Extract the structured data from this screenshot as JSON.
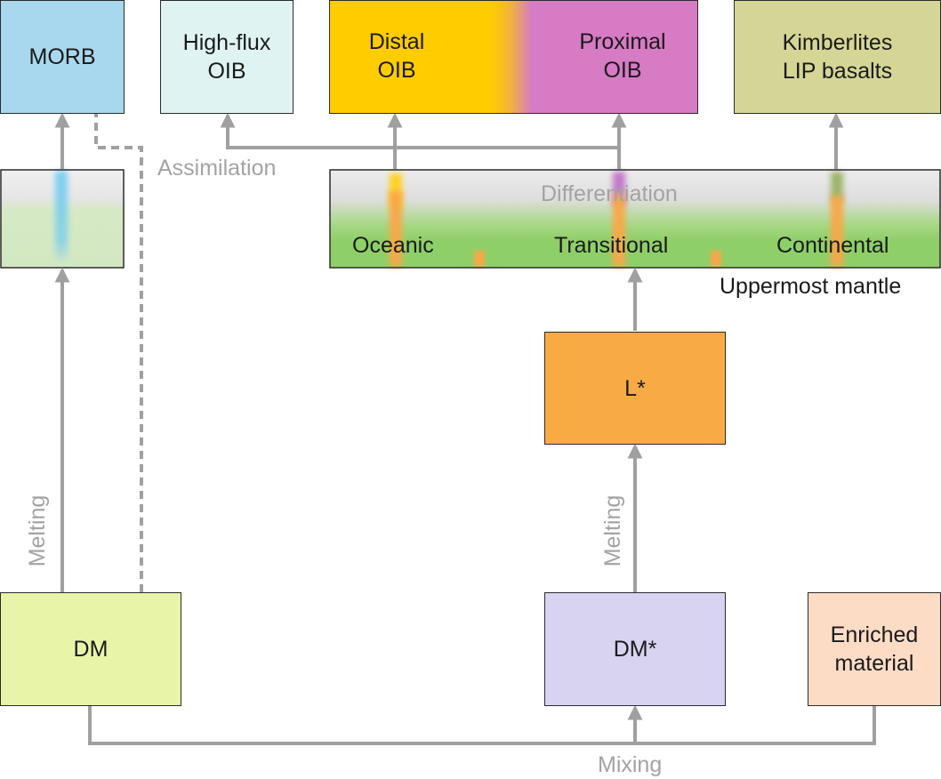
{
  "boxes": {
    "morb": "MORB",
    "high_flux": [
      "High-flux",
      "OIB"
    ],
    "distal": [
      "Distal",
      "OIB"
    ],
    "proximal": [
      "Proximal",
      "OIB"
    ],
    "kimberlites": [
      "Kimberlites",
      "LIP basalts"
    ],
    "l_star": "L*",
    "dm": "DM",
    "dm_star": "DM*",
    "enriched": [
      "Enriched",
      "material"
    ]
  },
  "labels": {
    "assimilation": "Assimilation",
    "differentiation": "Differentiation",
    "oceanic": "Oceanic",
    "transitional": "Transitional",
    "continental": "Continental",
    "uppermost_mantle": "Uppermost mantle",
    "melting_left": "Melting",
    "melting_right": "Melting",
    "mixing": "Mixing"
  },
  "colors": {
    "morb": "#a8d8ee",
    "high_flux": "#dff4f2",
    "distal": "#ffcc00",
    "proximal": "#d67bc4",
    "kimberlites": "#d5d696",
    "l_star": "#f8ab45",
    "dm": "#e8f5a9",
    "dm_star": "#d8d3f1",
    "enriched": "#fddcc6",
    "arrow": "#a0a0a0",
    "mantle_green": "#8fcf68",
    "melt_orange": "#f8a84a"
  }
}
